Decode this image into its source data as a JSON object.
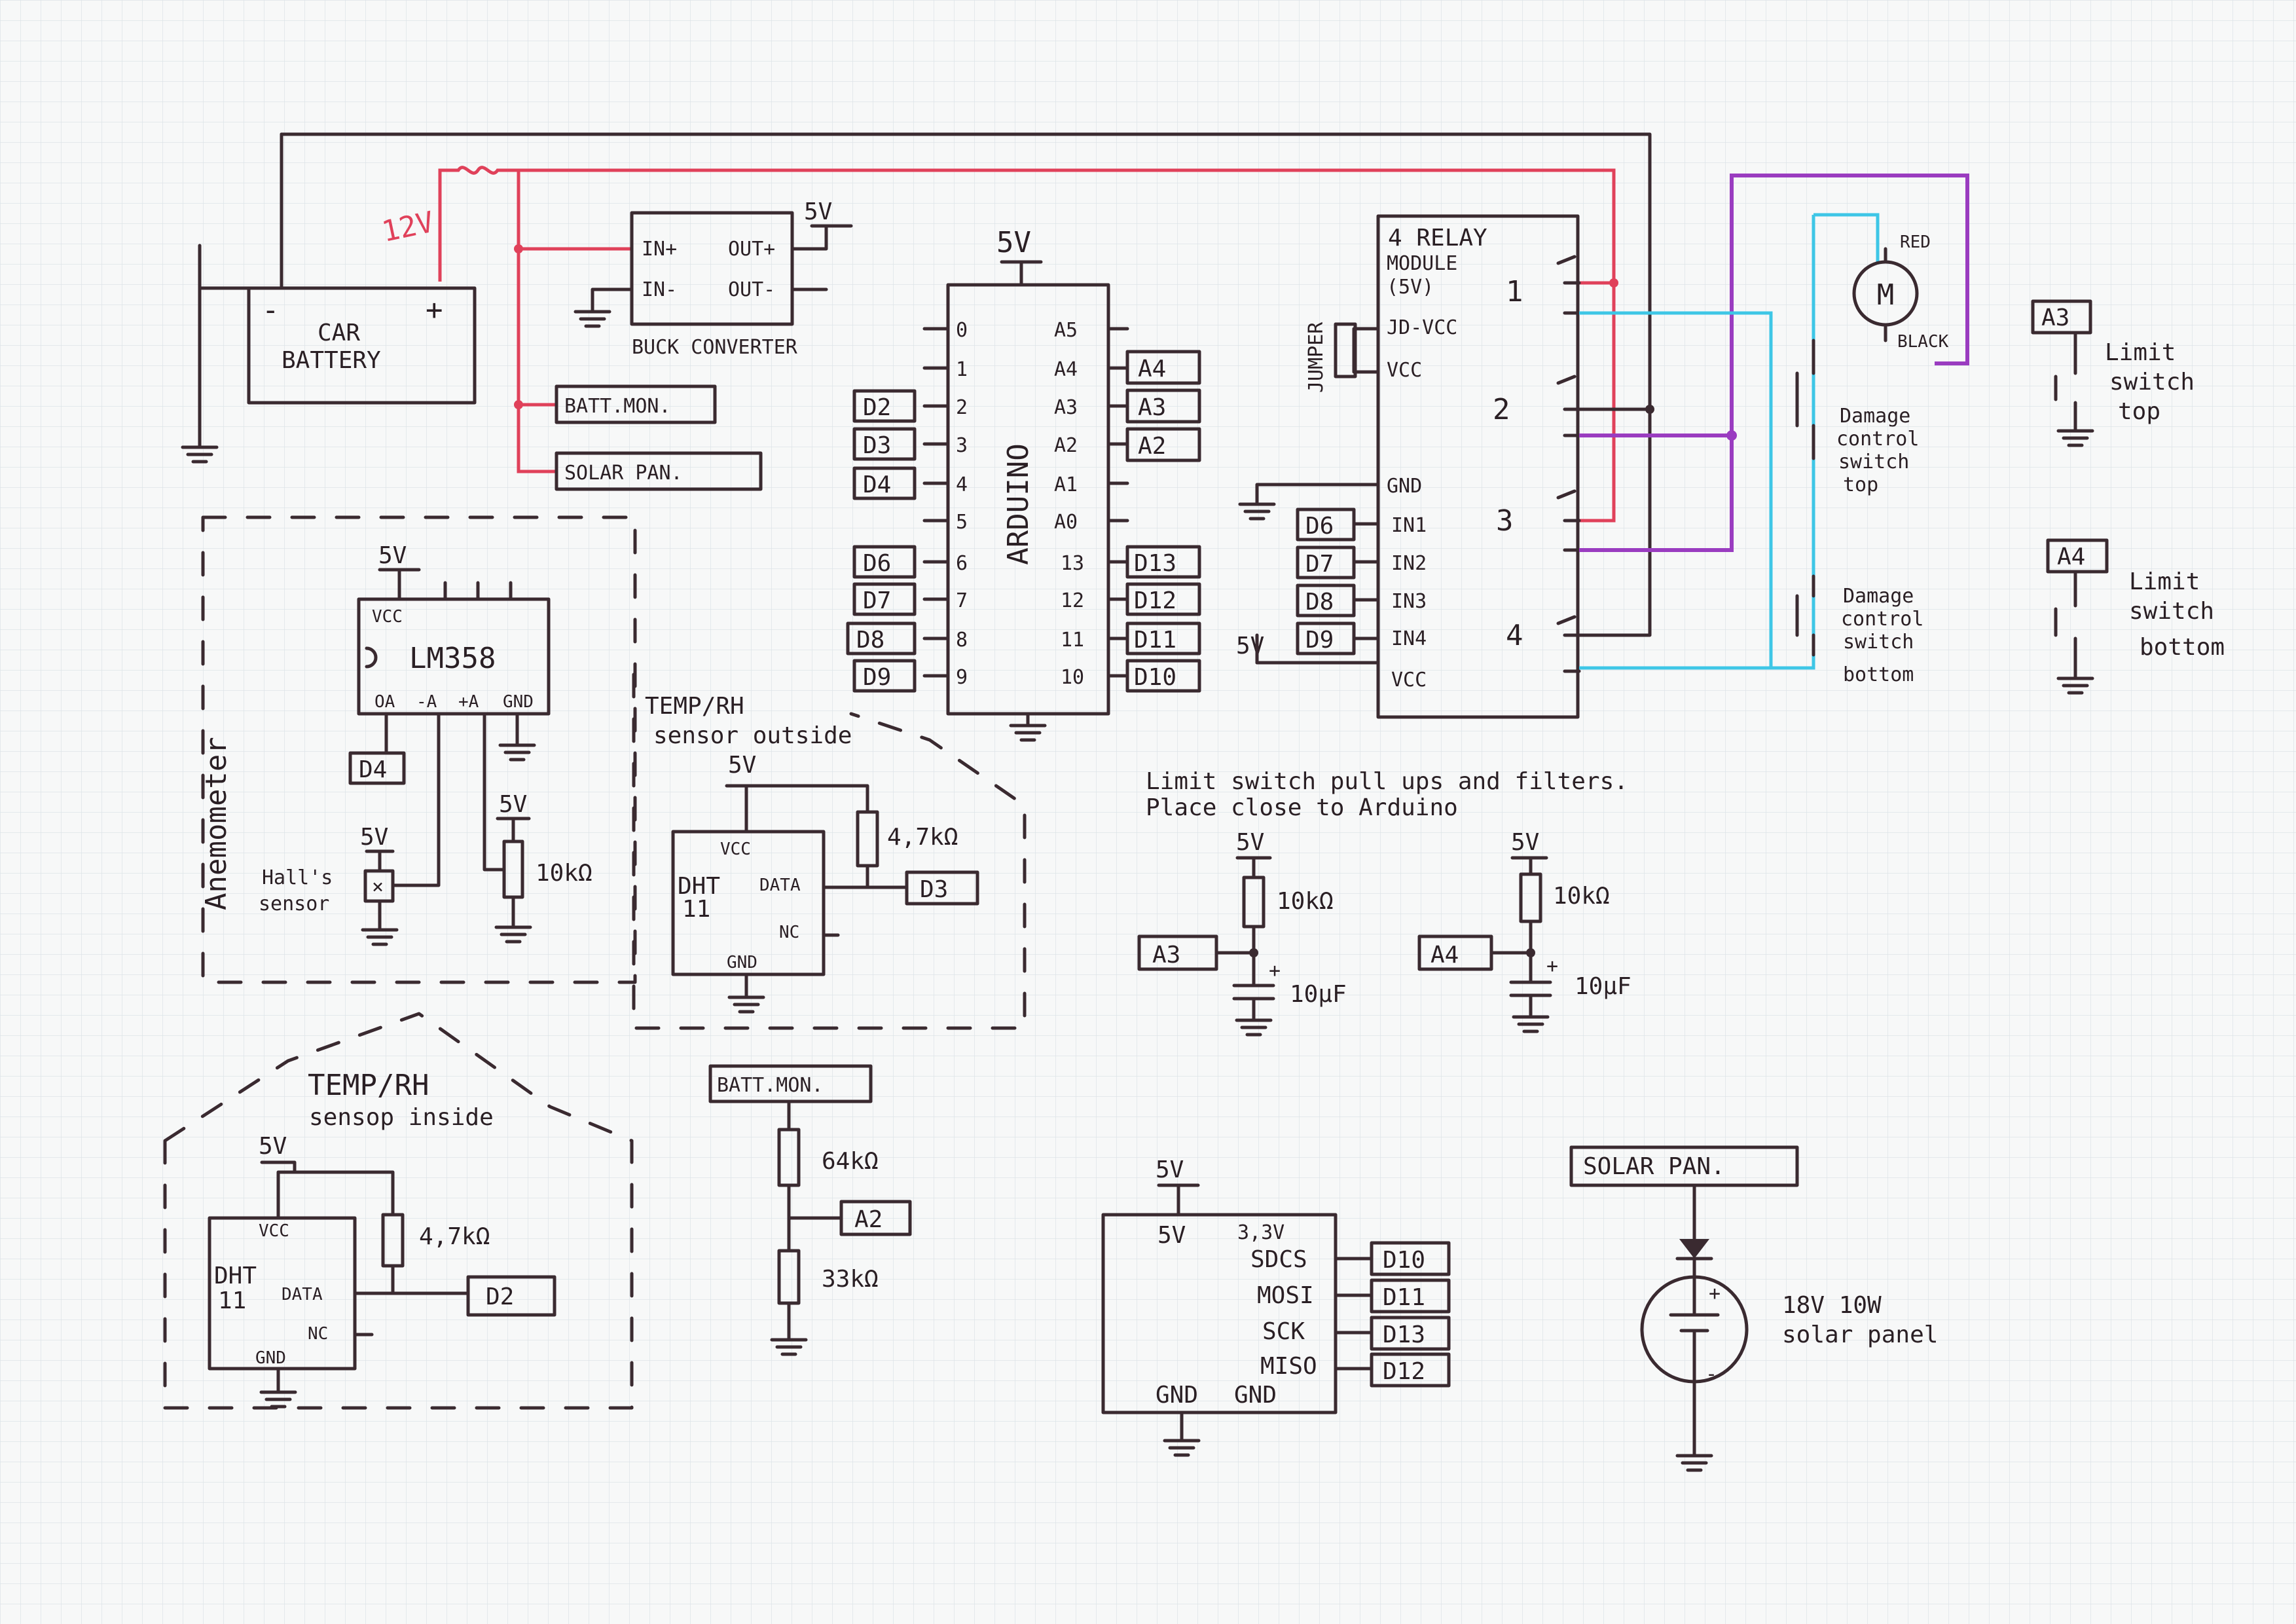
{
  "colors": {
    "paper": "#f7f8f8",
    "grid": "#dde4e8",
    "ink": "#3a2a30",
    "red": "#e0415a",
    "purple": "#9a3cc0",
    "cyan": "#3ec6e6"
  },
  "battery": {
    "minus": "-",
    "plus": "+",
    "line1": "CAR",
    "line2": "BATTERY",
    "voltage": "12V"
  },
  "buck": {
    "in_plus": "IN+",
    "in_minus": "IN-",
    "out_plus": "OUT+",
    "out_minus": "OUT-",
    "name": "BUCK CONVERTER",
    "supply": "5V"
  },
  "tags": {
    "batt_mon": "BATT.MON.",
    "solar_pan": "SOLAR PAN.",
    "solar_pan2": "SOLAR  PAN.",
    "batt_mon2": "BATT.MON."
  },
  "arduino": {
    "name": "ARDUINO",
    "supply": "5V",
    "left_pins": [
      "0",
      "1",
      "2",
      "3",
      "4",
      "5",
      "6",
      "7",
      "8",
      "9"
    ],
    "right_pins": [
      "A5",
      "A4",
      "A3",
      "A2",
      "A1",
      "A0",
      "13",
      "12",
      "11",
      "10"
    ],
    "left_tags": [
      "D2",
      "D3",
      "D4",
      "D6",
      "D7",
      "D8",
      "D9"
    ],
    "right_tags": [
      "A4",
      "A3",
      "A2",
      "D13",
      "D12",
      "D11",
      "D10"
    ]
  },
  "relay": {
    "title1": "4 RELAY",
    "title2": "MODULE",
    "title3": "(5V)",
    "jd_vcc": "JD-VCC",
    "vcc": "VCC",
    "gnd": "GND",
    "inputs": [
      "IN1",
      "IN2",
      "IN3",
      "IN4"
    ],
    "input_tags": [
      "D6",
      "D7",
      "D8",
      "D9"
    ],
    "vcc2": "VCC",
    "supply": "5V",
    "jumper": "JUMPER",
    "channels": [
      "1",
      "2",
      "3",
      "4"
    ]
  },
  "motor": {
    "symbol": "M",
    "red": "RED",
    "black": "BLACK"
  },
  "switches": {
    "damage_top": [
      "Damage",
      "control",
      "switch",
      "top"
    ],
    "damage_bottom": [
      "Damage",
      "control",
      "switch",
      "bottom"
    ],
    "limit_top_tag": "A3",
    "limit_top": [
      "Limit",
      "switch",
      "top"
    ],
    "limit_bottom_tag": "A4",
    "limit_bottom": [
      "Limit",
      "switch",
      "bottom"
    ]
  },
  "anemometer": {
    "title": "Anemometer",
    "chip": "LM358",
    "vcc": "VCC",
    "supply": "5V",
    "pins": [
      "OA",
      "-A",
      "+A",
      "GND"
    ],
    "tag": "D4",
    "hall1": "Hall's",
    "hall2": "sensor",
    "hall_supply": "5V",
    "pot_supply": "5V",
    "pot": "10kΩ"
  },
  "temp_out": {
    "title1": "TEMP/RH",
    "title2": "sensor outside",
    "supply": "5V",
    "chip1": "DHT",
    "chip2": "11",
    "vcc": "VCC",
    "data": "DATA",
    "nc": "NC",
    "gnd": "GND",
    "resistor": "4,7kΩ",
    "tag": "D3"
  },
  "temp_in": {
    "title1": "TEMP/RH",
    "title2": "sensop inside",
    "supply": "5V",
    "chip1": "DHT",
    "chip2": "11",
    "vcc": "VCC",
    "data": "DATA",
    "nc": "NC",
    "gnd": "GND",
    "resistor": "4,7kΩ",
    "tag": "D2"
  },
  "limit_filters": {
    "note1": "Limit switch pull ups and filters.",
    "note2": "Place close to Arduino",
    "left": {
      "supply": "5V",
      "resistor": "10kΩ",
      "tag": "A3",
      "cap": "10μF",
      "plus": "+"
    },
    "right": {
      "supply": "5V",
      "resistor": "10kΩ",
      "tag": "A4",
      "cap": "10μF",
      "plus": "+"
    }
  },
  "divider": {
    "r1": "64kΩ",
    "r2": "33kΩ",
    "tag": "A2"
  },
  "sd": {
    "supply": "5V",
    "v5": "5V",
    "v33": "3,3V",
    "pins": [
      "SDCS",
      "MOSI",
      "SCK",
      "MISO"
    ],
    "tags": [
      "D10",
      "D11",
      "D13",
      "D12"
    ],
    "gnd1": "GND",
    "gnd2": "GND"
  },
  "solar": {
    "plus": "+",
    "minus": "-",
    "line1": "18V 10W",
    "line2": "solar panel"
  }
}
